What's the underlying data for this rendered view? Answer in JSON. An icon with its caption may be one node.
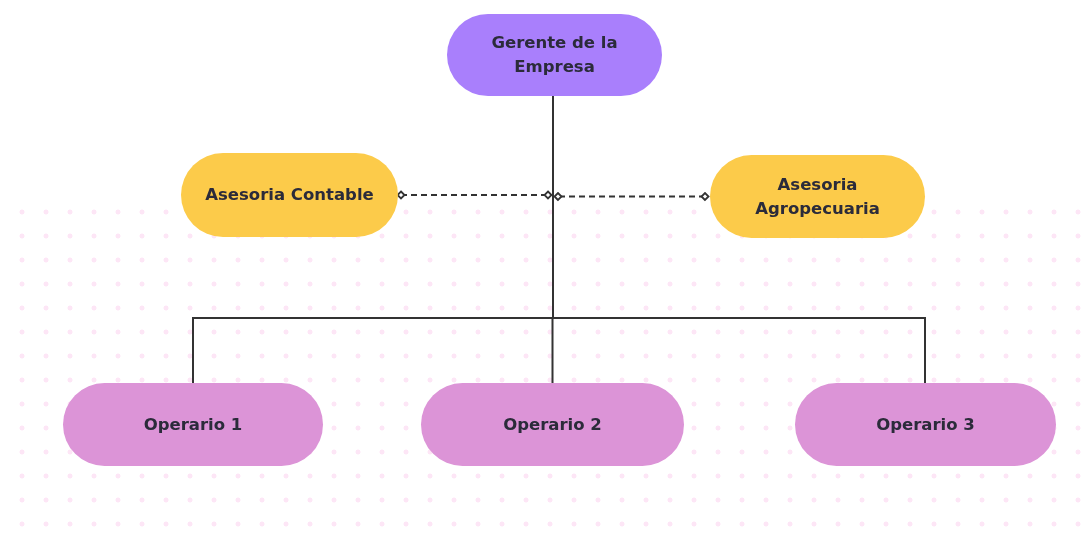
{
  "diagram": {
    "nodes": [
      {
        "text": [
          "Gerente de la Empresa"
        ]
      },
      {
        "text": [
          "Asesoria Contable"
        ]
      },
      {
        "text": [
          "Asesoria Agropecuaria"
        ]
      },
      {
        "text": [
          "Operario 1"
        ]
      },
      {
        "text": [
          "Operario 2"
        ]
      },
      {
        "text": [
          "Operario 3"
        ]
      }
    ],
    "edges": [
      {
        "from": 0,
        "to": 3,
        "arrow": "none"
      },
      {
        "from": 0,
        "to": 4,
        "arrow": "none"
      },
      {
        "from": 0,
        "to": 5,
        "arrow": "none"
      },
      {
        "from": 1,
        "to": null,
        "arrow": "other",
        "style": "dashed"
      },
      {
        "from": 2,
        "to": null,
        "arrow": "other",
        "style": "dashed"
      }
    ]
  }
}
